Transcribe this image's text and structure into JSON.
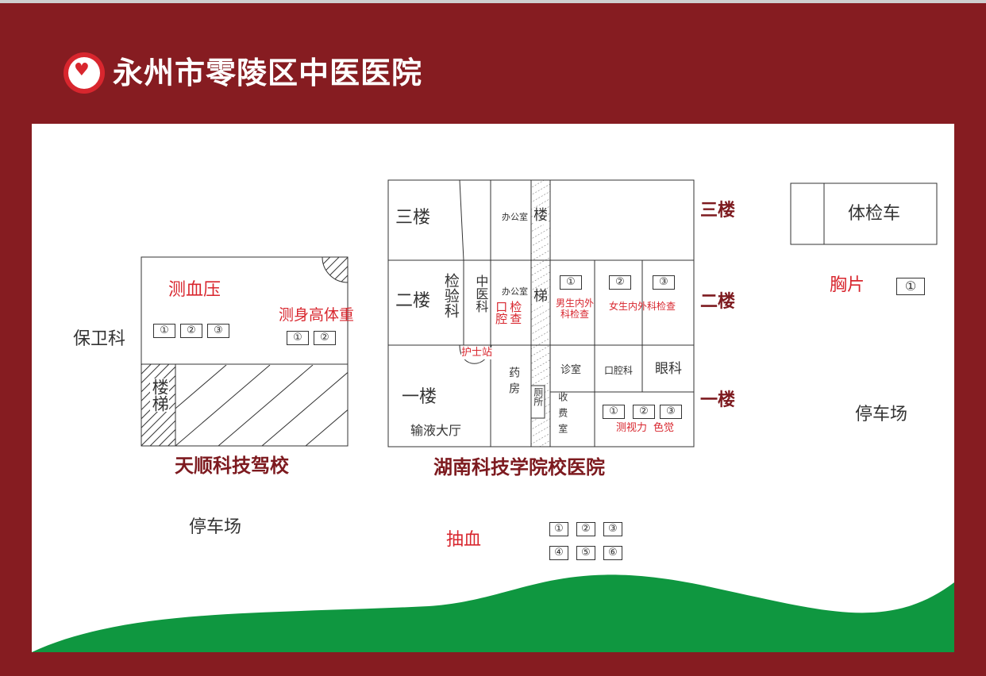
{
  "header": {
    "title": "永州市零陵区中医医院",
    "logo_icon": "hospital-heart-logo-icon"
  },
  "colors": {
    "frame": "#861c21",
    "accent_red": "#d8262e",
    "heading_dark": "#7d1a1f",
    "hill_green": "#0f9740",
    "text": "#333333"
  },
  "left_building": {
    "name": "天顺科技驾校",
    "blood_pressure": "测血压",
    "height_weight": "测身高体重",
    "stairs": "楼梯",
    "bp_stations": [
      "①",
      "②",
      "③"
    ],
    "hw_stations": [
      "①",
      "②"
    ]
  },
  "security": "保卫科",
  "parking_left": "停车场",
  "parking_right": "停车场",
  "main_building": {
    "name": "湖南科技学院校医院",
    "floor3": "三楼",
    "floor2": "二楼",
    "floor1": "一楼",
    "office_3f": "办公室",
    "office_2f": "办公室",
    "stair_top": "楼",
    "stair_bottom": "梯",
    "lab": "检验科",
    "tcm": "中医科",
    "oral_exam_1": "口腔",
    "oral_exam_2": "检查",
    "nurse_station": "护士站",
    "male_exam": "男生内外科检查",
    "female_exam": "女生内外科检查",
    "room2_stations": [
      [
        "①"
      ],
      [
        "②"
      ],
      [
        "③"
      ]
    ],
    "pharmacy": "药房",
    "toilet": "厕所",
    "cashier": "收费室",
    "clinic": "诊室",
    "dental": "口腔科",
    "eye": "眼科",
    "hall": "输液大厅",
    "vision": "测视力",
    "color_vision": "色觉",
    "eye_stations": [
      "①",
      "②",
      "③"
    ]
  },
  "floor_labels": [
    "三楼",
    "二楼",
    "一楼"
  ],
  "exam_vehicle": "体检车",
  "chest_xray": {
    "label": "胸片",
    "station": "①"
  },
  "blood_draw": {
    "label": "抽血",
    "stations": [
      "①",
      "②",
      "③",
      "④",
      "⑤",
      "⑥"
    ]
  }
}
